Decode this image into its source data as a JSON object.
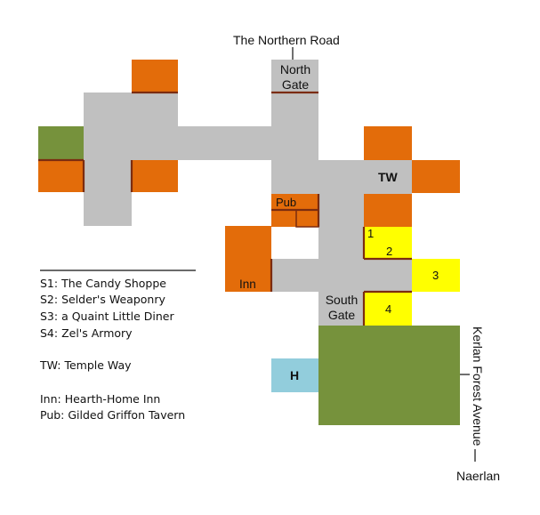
{
  "colors": {
    "road": "#c0c0c0",
    "building": "#e36c0a",
    "shop": "#ffff00",
    "park": "#76923c",
    "hospital": "#92cddc",
    "edge": "#7b2c10",
    "ink": "#111111"
  },
  "labels": {
    "northern_road": "The Northern Road",
    "north_gate_line1": "North",
    "north_gate_line2": "Gate",
    "tw": "TW",
    "pub": "Pub",
    "inn": "Inn",
    "south_gate_line1": "South",
    "south_gate_line2": "Gate",
    "h": "H",
    "avenue": "Kerlan Forest Avenue",
    "naerlan": "Naerlan"
  },
  "shops": [
    "1",
    "2",
    "3",
    "4"
  ],
  "legend": {
    "shops": [
      "S1: The Candy Shoppe",
      "S2: Selder's Weaponry",
      "S3: a Quaint Little Diner",
      "S4: Zel's Armory"
    ],
    "temple": "TW: Temple Way",
    "inn": "Inn: Hearth-Home Inn",
    "pub": "Pub: Gilded Griffon Tavern"
  }
}
